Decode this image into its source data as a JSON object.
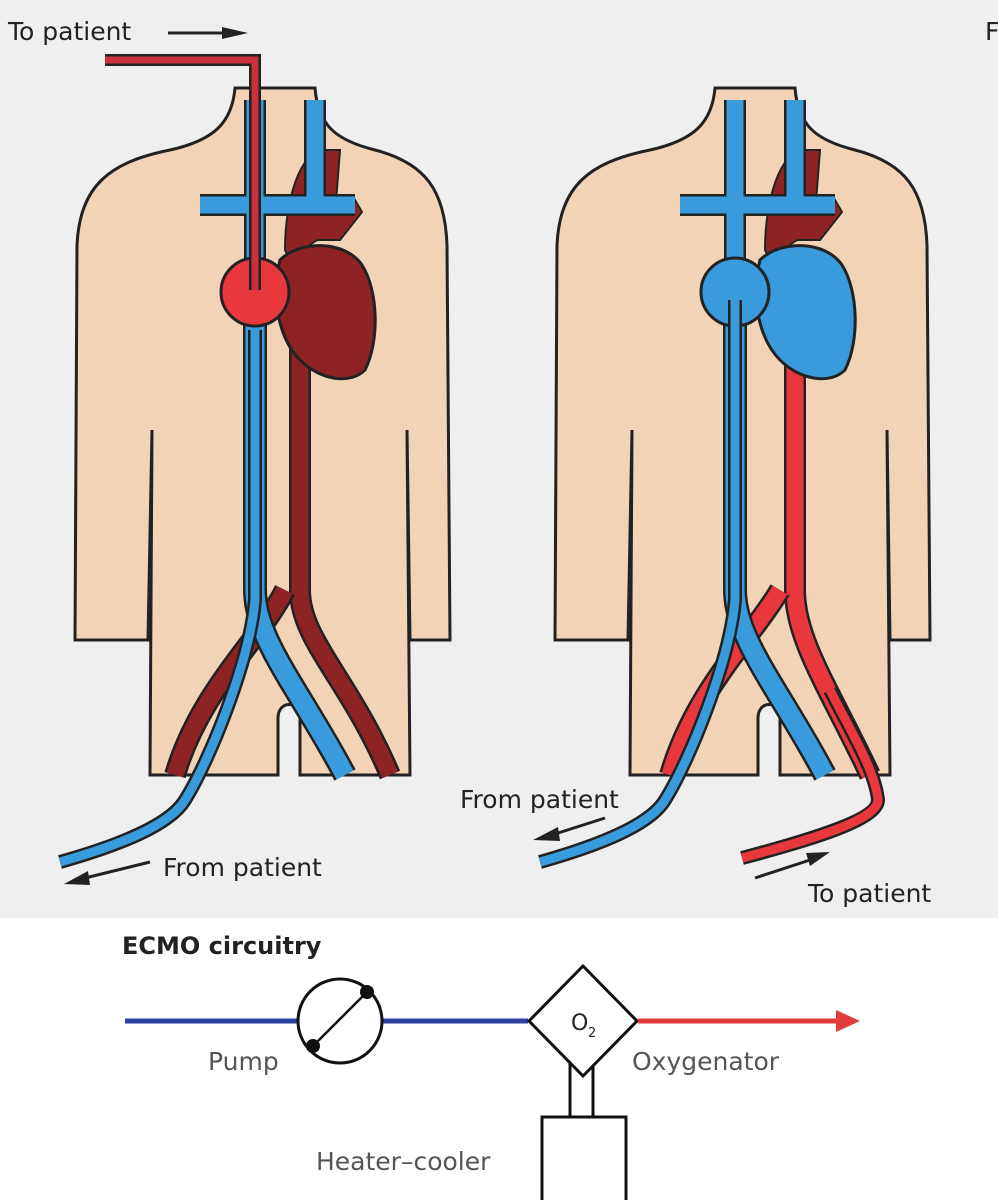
{
  "figure": {
    "left_panel": {
      "to_patient_label": "To patient",
      "from_patient_label": "From patient"
    },
    "right_panel": {
      "from_patient_label": "From patient",
      "to_patient_label": "To patient",
      "cut_off_label": "F"
    },
    "circuit": {
      "title": "ECMO circuitry",
      "pump_label": "Pump",
      "oxygenator_label": "Oxygenator",
      "oxygenator_symbol": "O",
      "oxygenator_subscript": "2",
      "heater_label": "Heater–cooler"
    },
    "colors": {
      "background": "#efefef",
      "skin": "#f2d3b5",
      "venous_blue": "#3a9bdc",
      "arterial_red": "#e8383d",
      "dark_red": "#8e2323",
      "circuit_blue": "#2e3fa6",
      "circuit_red": "#e03a3a"
    }
  }
}
